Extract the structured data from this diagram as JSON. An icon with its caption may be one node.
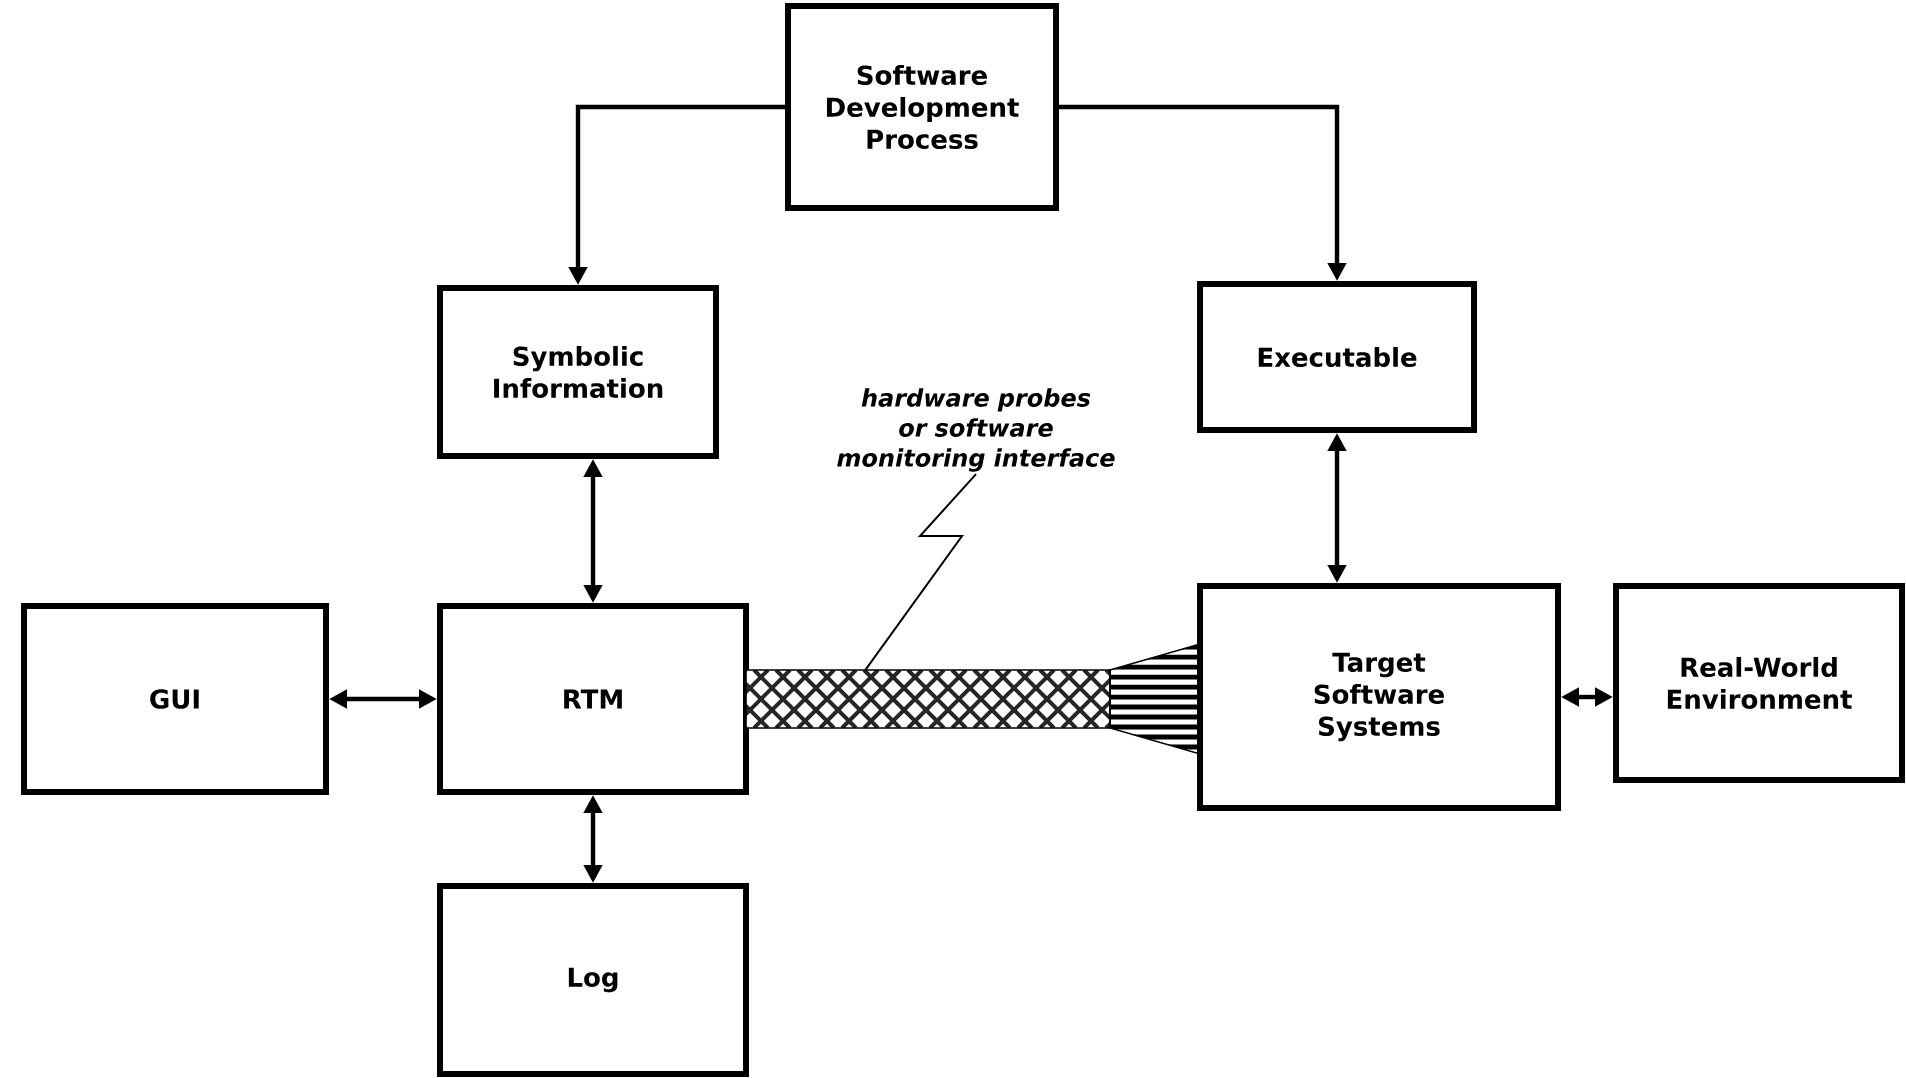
{
  "diagram": {
    "nodes": [
      {
        "text": [
          "Software Development Process"
        ]
      },
      {
        "text": [
          "Symbolic Information"
        ]
      },
      {
        "text": [
          "Executable"
        ]
      },
      {
        "text": [
          "GUI"
        ]
      },
      {
        "text": [
          "RTM"
        ]
      },
      {
        "text": [
          "Target Software Systems"
        ]
      },
      {
        "text": [
          "Real-World Environment"
        ]
      },
      {
        "text": [
          "Log"
        ]
      },
      {
        "text": [
          "hardware probes or software monitoring interface"
        ]
      },
      {
        "text": [],
        "shape": "bar"
      }
    ],
    "edges": [
      {
        "from": 0,
        "to": 1,
        "arrow": "to"
      },
      {
        "from": 0,
        "to": 2,
        "arrow": "to"
      },
      {
        "from": 1,
        "to": 4,
        "arrow": "both"
      },
      {
        "from": 2,
        "to": 5,
        "arrow": "both"
      },
      {
        "from": 3,
        "to": 4,
        "arrow": "both"
      },
      {
        "from": 5,
        "to": 6,
        "arrow": "both"
      },
      {
        "from": 4,
        "to": 7,
        "arrow": "both"
      },
      {
        "from": 8,
        "to": 9,
        "arrow": "none"
      }
    ]
  }
}
